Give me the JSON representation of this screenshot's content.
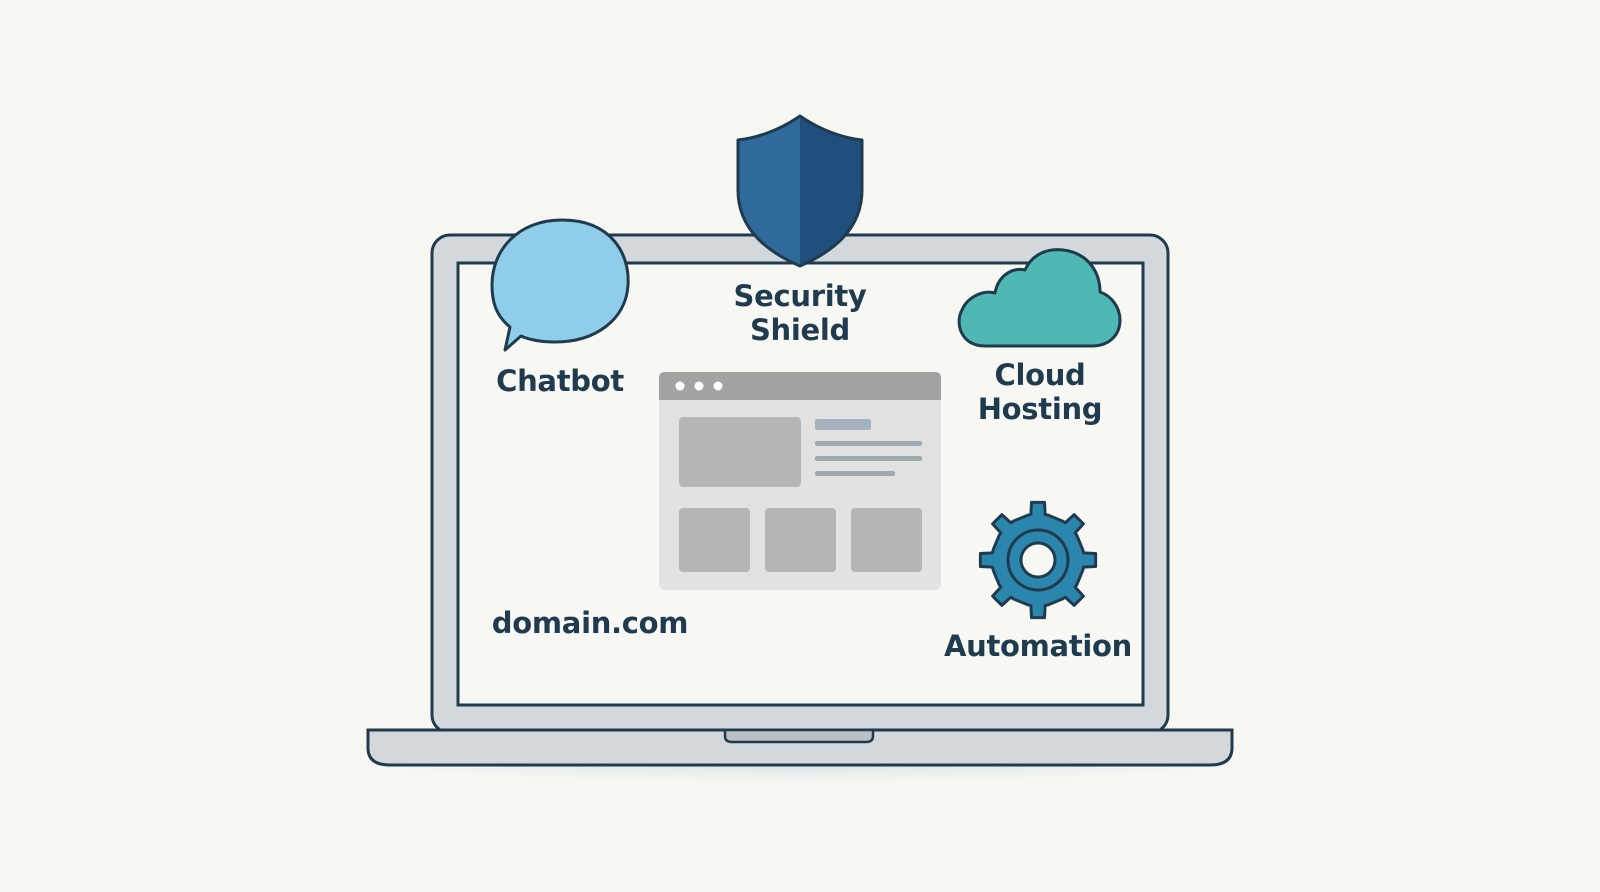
{
  "labels": {
    "chatbot": "Chatbot",
    "security": [
      "Security",
      "Shield"
    ],
    "cloud": [
      "Cloud",
      "Hosting"
    ],
    "domain": "domain.com",
    "automation": "Automation"
  },
  "icons": {
    "chatbot": "speech-bubble-icon",
    "security": "shield-icon",
    "cloud": "cloud-icon",
    "automation": "gear-icon",
    "website": "browser-window-icon"
  },
  "colors": {
    "background": "#f6f6f3",
    "outline": "#1f3b4d",
    "laptop_body": "#cdd2d6",
    "chat_fill": "#8fcde9",
    "shield_light": "#2f6a9a",
    "shield_dark": "#214f7d",
    "cloud_fill": "#4fb8b4",
    "gear_fill": "#2b86ad",
    "browser_bar": "#a6a6a6",
    "browser_block": "#b9b9b9"
  }
}
